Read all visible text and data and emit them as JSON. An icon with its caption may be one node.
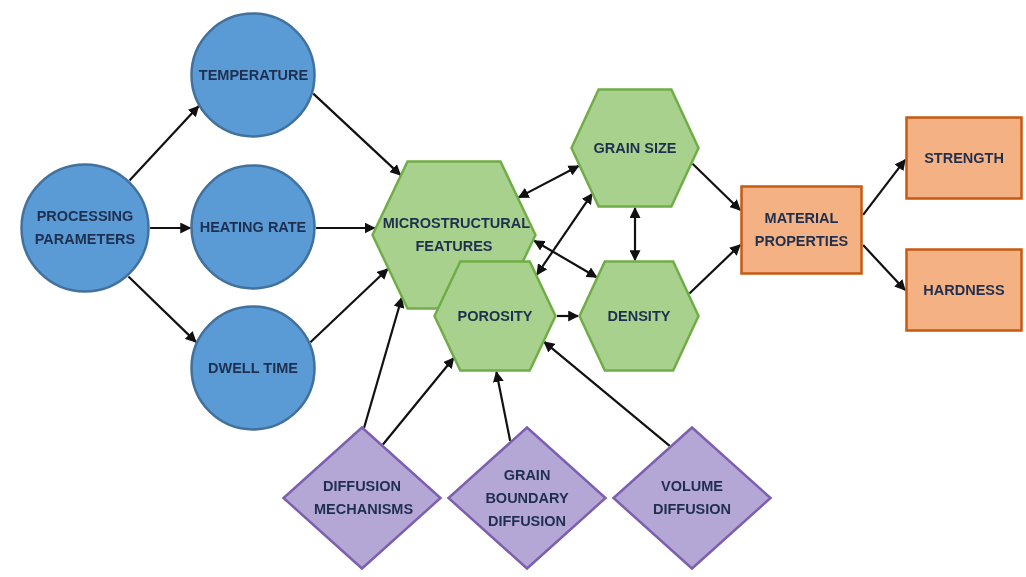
{
  "diagram": {
    "nodes": [
      {
        "text": [
          "PROCESSING PARAMETERS"
        ]
      },
      {
        "text": [
          "TEMPERATURE"
        ]
      },
      {
        "text": [
          "HEATING RATE"
        ]
      },
      {
        "text": [
          "DWELL TIME"
        ]
      },
      {
        "text": [
          "MICROSTRUCTURAL FEATURES"
        ]
      },
      {
        "text": [
          "GRAIN SIZE"
        ]
      },
      {
        "text": [
          "POROSITY"
        ]
      },
      {
        "text": [
          "DENSITY"
        ]
      },
      {
        "text": [
          "MATERIAL PROPERTIES"
        ]
      },
      {
        "text": [
          "STRENGTH"
        ]
      },
      {
        "text": [
          "HARDNESS"
        ]
      },
      {
        "text": [
          "DIFFUSION MECHANISMS"
        ]
      },
      {
        "text": [
          "GRAIN BOUNDARY DIFFUSION"
        ]
      },
      {
        "text": [
          "VOLUME DIFFUSION"
        ]
      }
    ],
    "edges": [
      {
        "from": 0,
        "to": 1,
        "arrow": "to"
      },
      {
        "from": 0,
        "to": 2,
        "arrow": "to"
      },
      {
        "from": 0,
        "to": 3,
        "arrow": "to"
      },
      {
        "from": 1,
        "to": 4,
        "arrow": "to"
      },
      {
        "from": 2,
        "to": 4,
        "arrow": "to"
      },
      {
        "from": 3,
        "to": 4,
        "arrow": "to"
      },
      {
        "from": 4,
        "to": 5,
        "arrow": "both"
      },
      {
        "from": 4,
        "to": 7,
        "arrow": "both"
      },
      {
        "from": 6,
        "to": 5,
        "arrow": "both"
      },
      {
        "from": 5,
        "to": 7,
        "arrow": "both"
      },
      {
        "from": 6,
        "to": 7,
        "arrow": "to"
      },
      {
        "from": 5,
        "to": 8,
        "arrow": "to"
      },
      {
        "from": 7,
        "to": 8,
        "arrow": "to"
      },
      {
        "from": 8,
        "to": 9,
        "arrow": "to"
      },
      {
        "from": 8,
        "to": 10,
        "arrow": "to"
      },
      {
        "from": 11,
        "to": 4,
        "arrow": "to"
      },
      {
        "from": 11,
        "to": 6,
        "arrow": "to"
      },
      {
        "from": 12,
        "to": 6,
        "arrow": "to"
      },
      {
        "from": 13,
        "to": 6,
        "arrow": "to"
      }
    ]
  }
}
